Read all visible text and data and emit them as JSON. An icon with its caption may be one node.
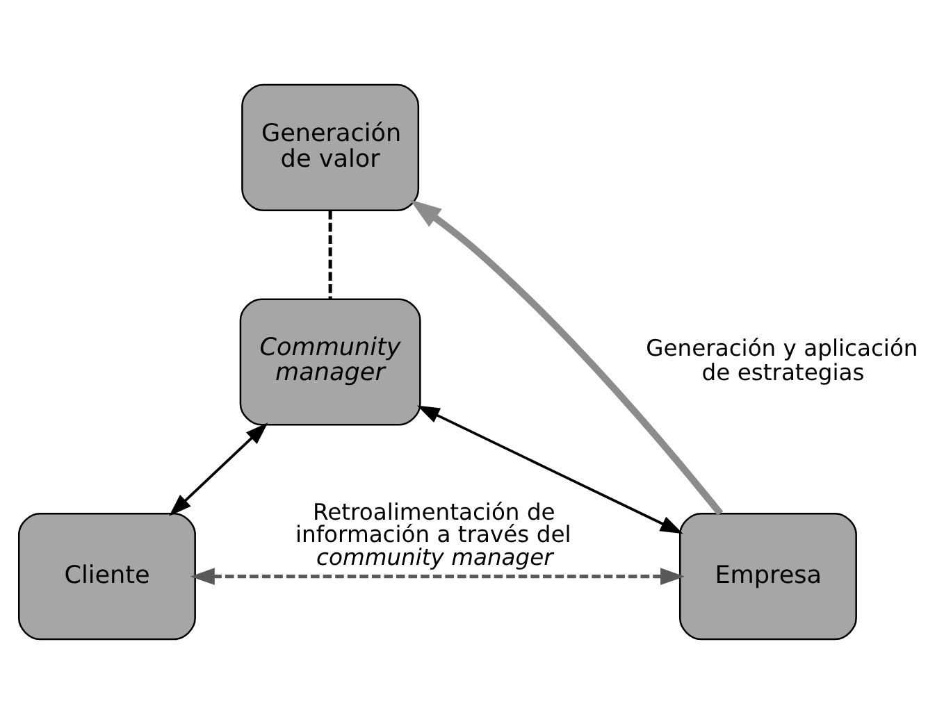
{
  "diagram": {
    "nodes": [
      {
        "text": [
          "Generación de valor"
        ]
      },
      {
        "text": [
          "Community manager"
        ]
      },
      {
        "text": [
          "Cliente"
        ]
      },
      {
        "text": [
          "Empresa"
        ]
      }
    ],
    "edges": [
      {
        "from": 0,
        "to": 1,
        "arrow": "none",
        "style": "dashed"
      },
      {
        "from": 1,
        "to": 2,
        "arrow": "both"
      },
      {
        "from": 1,
        "to": 3,
        "arrow": "both"
      },
      {
        "from": 2,
        "to": 3,
        "arrow": "both",
        "style": "dashed",
        "color": "#595959",
        "label": "Retroalimentación de información a través del *community manager*"
      },
      {
        "from": 3,
        "to": 0,
        "arrow": "to",
        "style": "thick",
        "color": "#8c8c8c",
        "label": "Generación y aplicación de estrategias"
      }
    ]
  }
}
